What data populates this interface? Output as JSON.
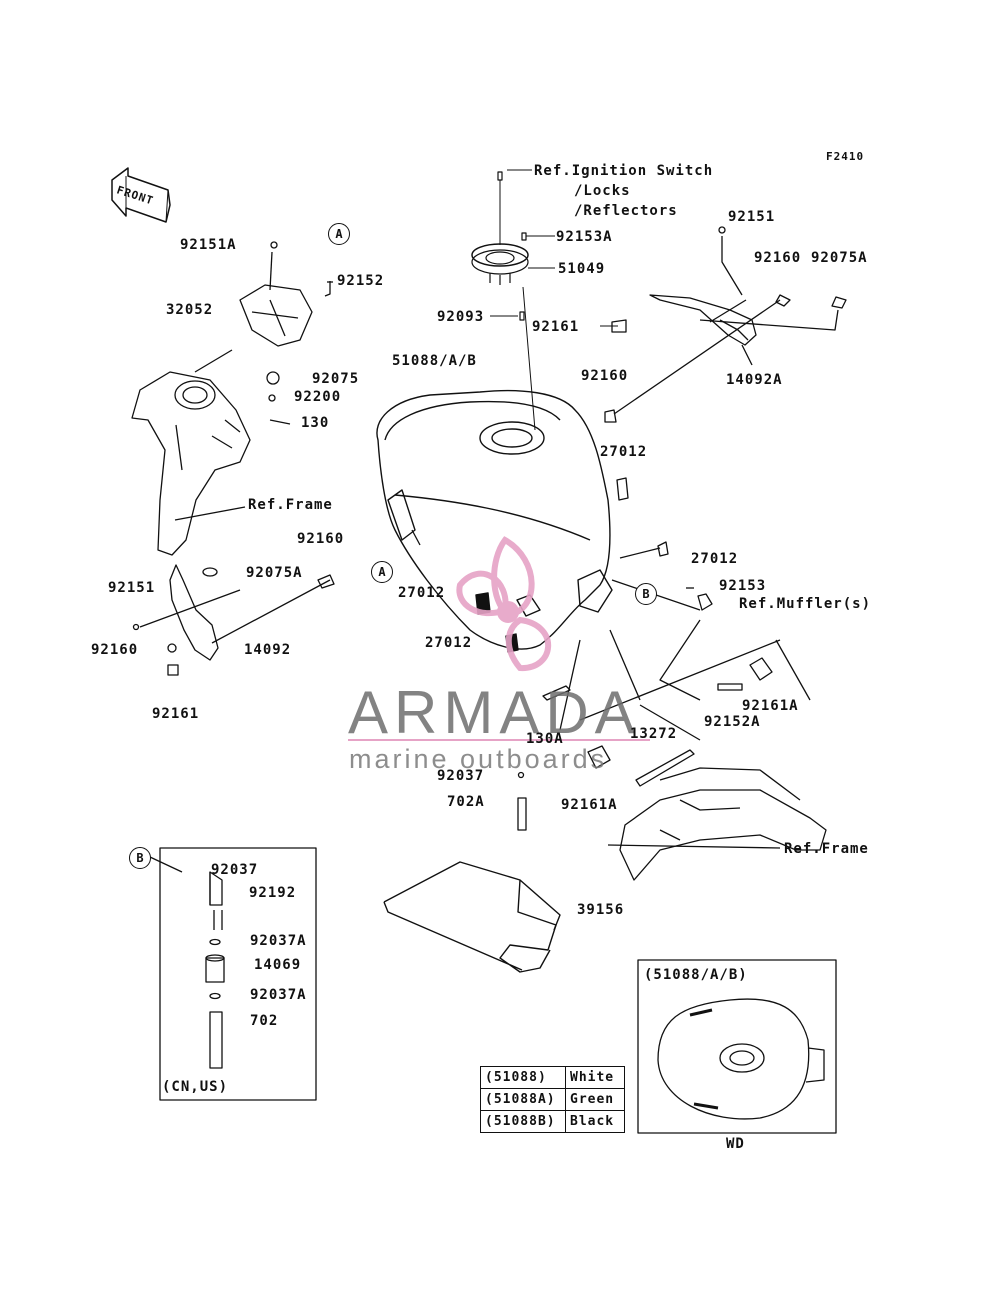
{
  "diagram_code": "F2410",
  "front_label": "FRONT",
  "watermark": {
    "title": "ARMADA",
    "subtitle": "marine outboards"
  },
  "reference_labels": {
    "ignition_line1": "Ref.Ignition Switch",
    "ignition_line2": "/Locks",
    "ignition_line3": "/Reflectors",
    "frame_left": "Ref.Frame",
    "frame_right": "Ref.Frame",
    "muffler": "Ref.Muffler(s)"
  },
  "callouts": {
    "a_top": "A",
    "a_mid": "A",
    "b_mid": "B",
    "b_inset": "B"
  },
  "parts": {
    "p92151_top": "92151",
    "p92160_top": "92160",
    "p92075A_top": "92075A",
    "p92153A": "92153A",
    "p51049": "51049",
    "p92093": "92093",
    "p92161_top": "92161",
    "p14092A": "14092A",
    "p92151A": "92151A",
    "p92152": "92152",
    "p32052": "32052",
    "p92075": "92075",
    "p92200": "92200",
    "p130": "130",
    "p51088": "51088/A/B",
    "p92160_mid": "92160",
    "p27012_a": "27012",
    "p27012_b": "27012",
    "p27012_c": "27012",
    "p27012_d": "27012",
    "p92153": "92153",
    "p92160_left": "92160",
    "p92075A_left": "92075A",
    "p92151_left": "92151",
    "p92160_low": "92160",
    "p14092": "14092",
    "p92161_low": "92161",
    "p92161A_right": "92161A",
    "p92152A": "92152A",
    "p130A": "130A",
    "p13272": "13272",
    "p92037": "92037",
    "p702A": "702A",
    "p92161A_low": "92161A",
    "p39156": "39156"
  },
  "inset_cn_us": {
    "label": "(CN,US)",
    "parts": [
      "92037",
      "92192",
      "92037A",
      "14069",
      "92037A",
      "702"
    ]
  },
  "color_table": [
    {
      "code": "(51088)",
      "color": "White"
    },
    {
      "code": "(51088A)",
      "color": "Green"
    },
    {
      "code": "(51088B)",
      "color": "Black"
    }
  ],
  "inset_wd": {
    "title": "(51088/A/B)",
    "label": "WD"
  }
}
